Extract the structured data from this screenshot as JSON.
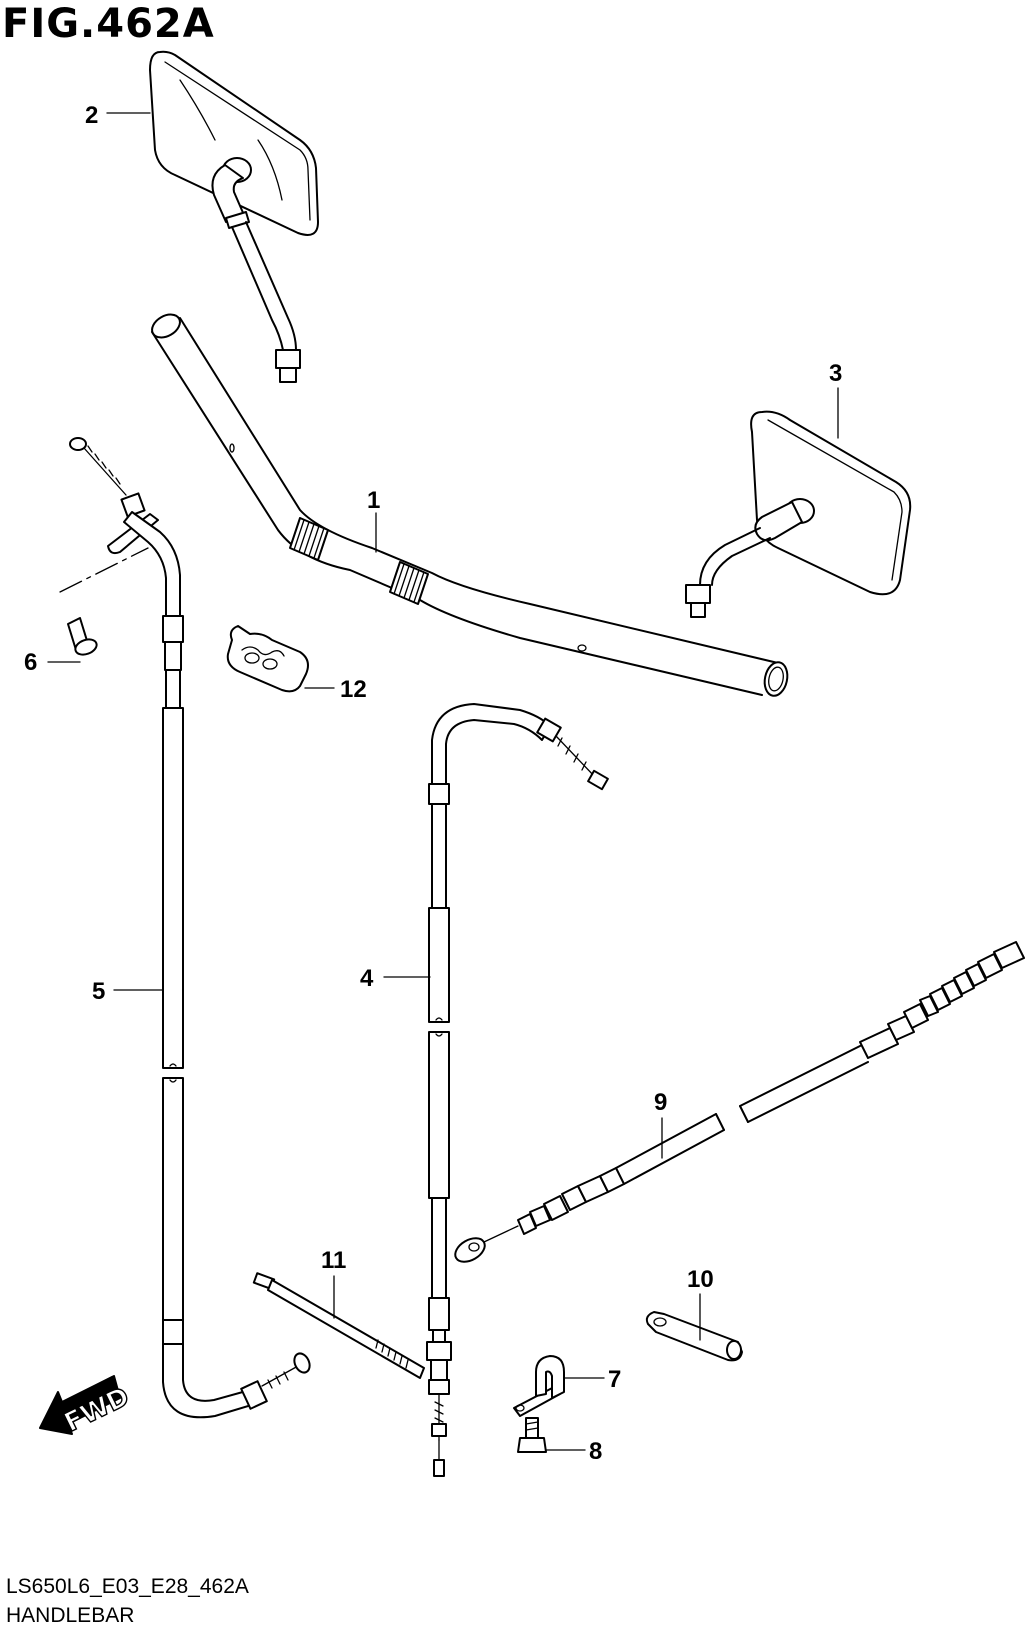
{
  "figure": {
    "title": "FIG.462A",
    "code": "LS650L6_E03_E28_462A",
    "name": "HANDLEBAR"
  },
  "callouts": {
    "c1": "1",
    "c2": "2",
    "c3": "3",
    "c4": "4",
    "c5": "5",
    "c6": "6",
    "c7": "7",
    "c8": "8",
    "c9": "9",
    "c10": "10",
    "c11": "11",
    "c12": "12"
  },
  "direction_label": "FWD"
}
